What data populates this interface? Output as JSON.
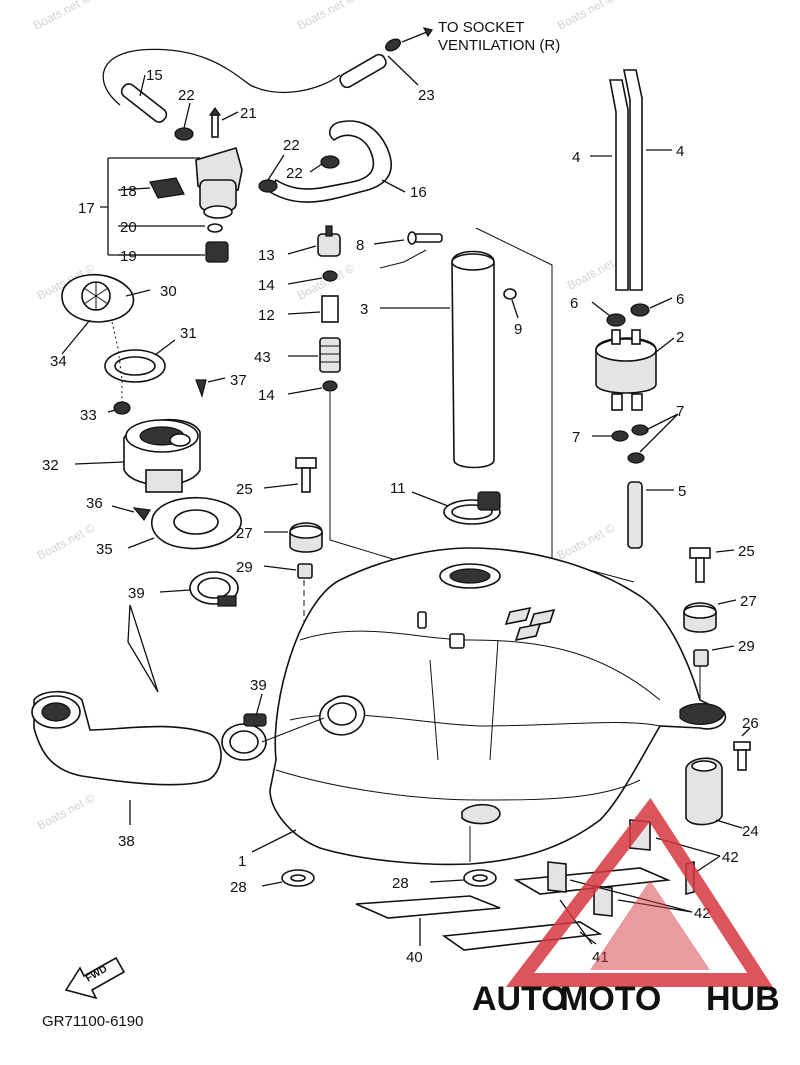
{
  "diagram": {
    "note_line1": "TO SOCKET",
    "note_line2": "VENTILATION (R)",
    "drawing_code": "GR71100-6190",
    "fwd_label": "FWD",
    "watermark": "Boats.net ©",
    "brand": {
      "part1": "AUTO",
      "part2": "MOTO",
      "part3": "HUB",
      "accent": "#f0a048",
      "dark": "#2f3440",
      "logo_red": "#d6373f"
    },
    "callouts": {
      "c1": "1",
      "c2": "2",
      "c3": "3",
      "c4a": "4",
      "c4b": "4",
      "c5": "5",
      "c6a": "6",
      "c6b": "6",
      "c7a": "7",
      "c7b": "7",
      "c8": "8",
      "c9": "9",
      "c11": "11",
      "c12": "12",
      "c13": "13",
      "c14a": "14",
      "c14b": "14",
      "c15": "15",
      "c16": "16",
      "c17": "17",
      "c18": "18",
      "c19": "19",
      "c20": "20",
      "c21": "21",
      "c22a": "22",
      "c22b": "22",
      "c22c": "22",
      "c23": "23",
      "c24": "24",
      "c25a": "25",
      "c25b": "25",
      "c26": "26",
      "c27a": "27",
      "c27b": "27",
      "c28a": "28",
      "c28b": "28",
      "c29a": "29",
      "c29b": "29",
      "c30": "30",
      "c31": "31",
      "c32": "32",
      "c33": "33",
      "c34": "34",
      "c35": "35",
      "c36": "36",
      "c37": "37",
      "c38": "38",
      "c39a": "39",
      "c39b": "39",
      "c40": "40",
      "c41": "41",
      "c42a": "42",
      "c42b": "42",
      "c43": "43"
    }
  }
}
